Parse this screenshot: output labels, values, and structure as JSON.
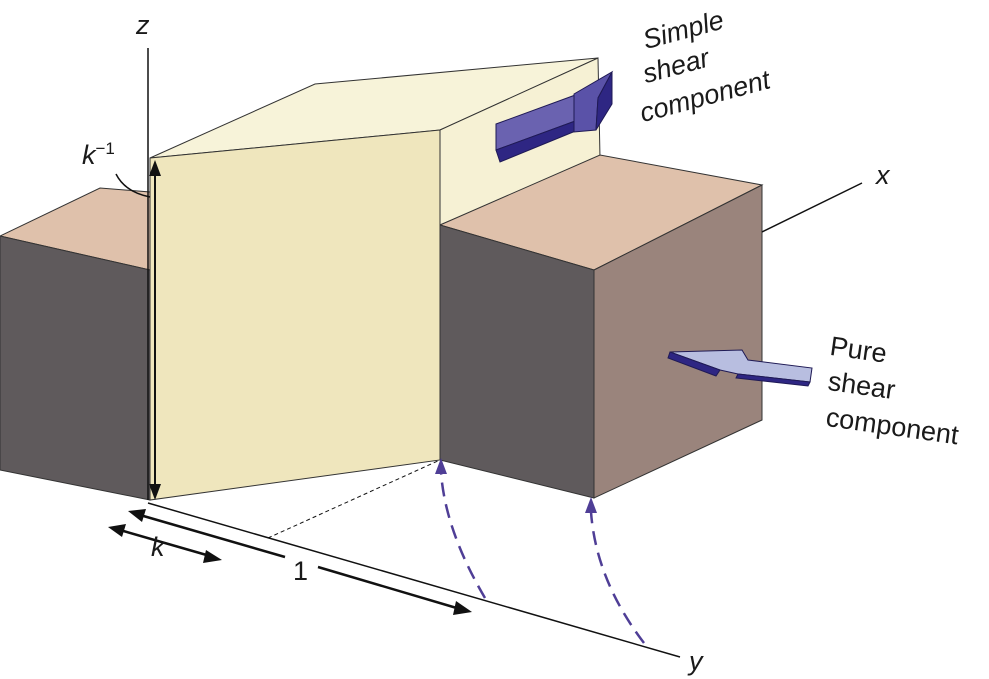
{
  "axes": {
    "z": "z",
    "x": "x",
    "y": "y"
  },
  "dimensions": {
    "k_inverse_base": "k",
    "k_inverse_exp": "−1",
    "k": "k",
    "one": "1"
  },
  "simple_shear": {
    "line1": "Simple",
    "line2": "shear",
    "line3": "component"
  },
  "pure_shear": {
    "line1": "Pure",
    "line2": "shear",
    "line3": "component"
  },
  "colors": {
    "sheared_face": "#efe6bd",
    "sheared_face_side": "#f6f1d4",
    "sheared_top": "#f7f3d9",
    "block_top": "#dfc1ab",
    "block_front_dark": "#5f5a5c",
    "block_side": "#9a847c",
    "arrow_simple": "#544a9c",
    "arrow_pure": "#b8bee0",
    "dashed_arrow": "#4f3e96"
  }
}
